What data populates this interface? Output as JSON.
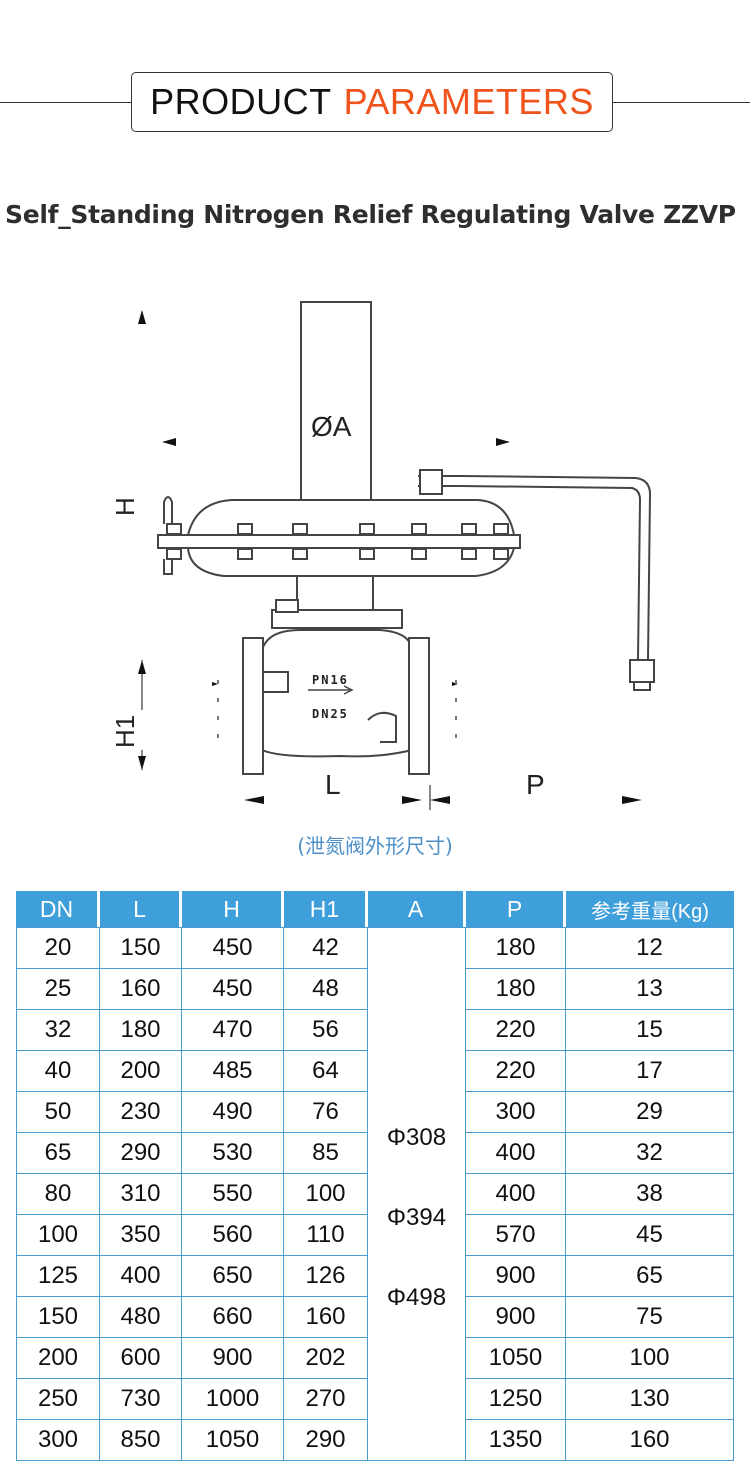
{
  "header": {
    "word1": "PRODUCT",
    "word2": "PARAMETERS"
  },
  "subtitle": "Self_Standing Nitrogen Relief Regulating Valve ZZVP",
  "drawing": {
    "label_a": "ØA",
    "label_h": "H",
    "label_h1": "H1",
    "label_l": "L",
    "label_p": "P",
    "plate_line1": "PN16",
    "plate_line2": "DN25"
  },
  "caption": "(泄氮阀外形尺寸)",
  "table": {
    "headers": [
      "DN",
      "L",
      "H",
      "H1",
      "A",
      "P",
      "参考重量(Kg)"
    ],
    "a_values": [
      "Φ308",
      "Φ394",
      "Φ498"
    ],
    "rows": [
      [
        "20",
        "150",
        "450",
        "42",
        "180",
        "12"
      ],
      [
        "25",
        "160",
        "450",
        "48",
        "180",
        "13"
      ],
      [
        "32",
        "180",
        "470",
        "56",
        "220",
        "15"
      ],
      [
        "40",
        "200",
        "485",
        "64",
        "220",
        "17"
      ],
      [
        "50",
        "230",
        "490",
        "76",
        "300",
        "29"
      ],
      [
        "65",
        "290",
        "530",
        "85",
        "400",
        "32"
      ],
      [
        "80",
        "310",
        "550",
        "100",
        "400",
        "38"
      ],
      [
        "100",
        "350",
        "560",
        "110",
        "570",
        "45"
      ],
      [
        "125",
        "400",
        "650",
        "126",
        "900",
        "65"
      ],
      [
        "150",
        "480",
        "660",
        "160",
        "900",
        "75"
      ],
      [
        "200",
        "600",
        "900",
        "202",
        "1050",
        "100"
      ],
      [
        "250",
        "730",
        "1000",
        "270",
        "1250",
        "130"
      ],
      [
        "300",
        "850",
        "1050",
        "290",
        "1350",
        "160"
      ]
    ]
  },
  "colors": {
    "accent": "#f0531c",
    "table_header": "#3e9fda",
    "caption": "#4d8fc8"
  }
}
